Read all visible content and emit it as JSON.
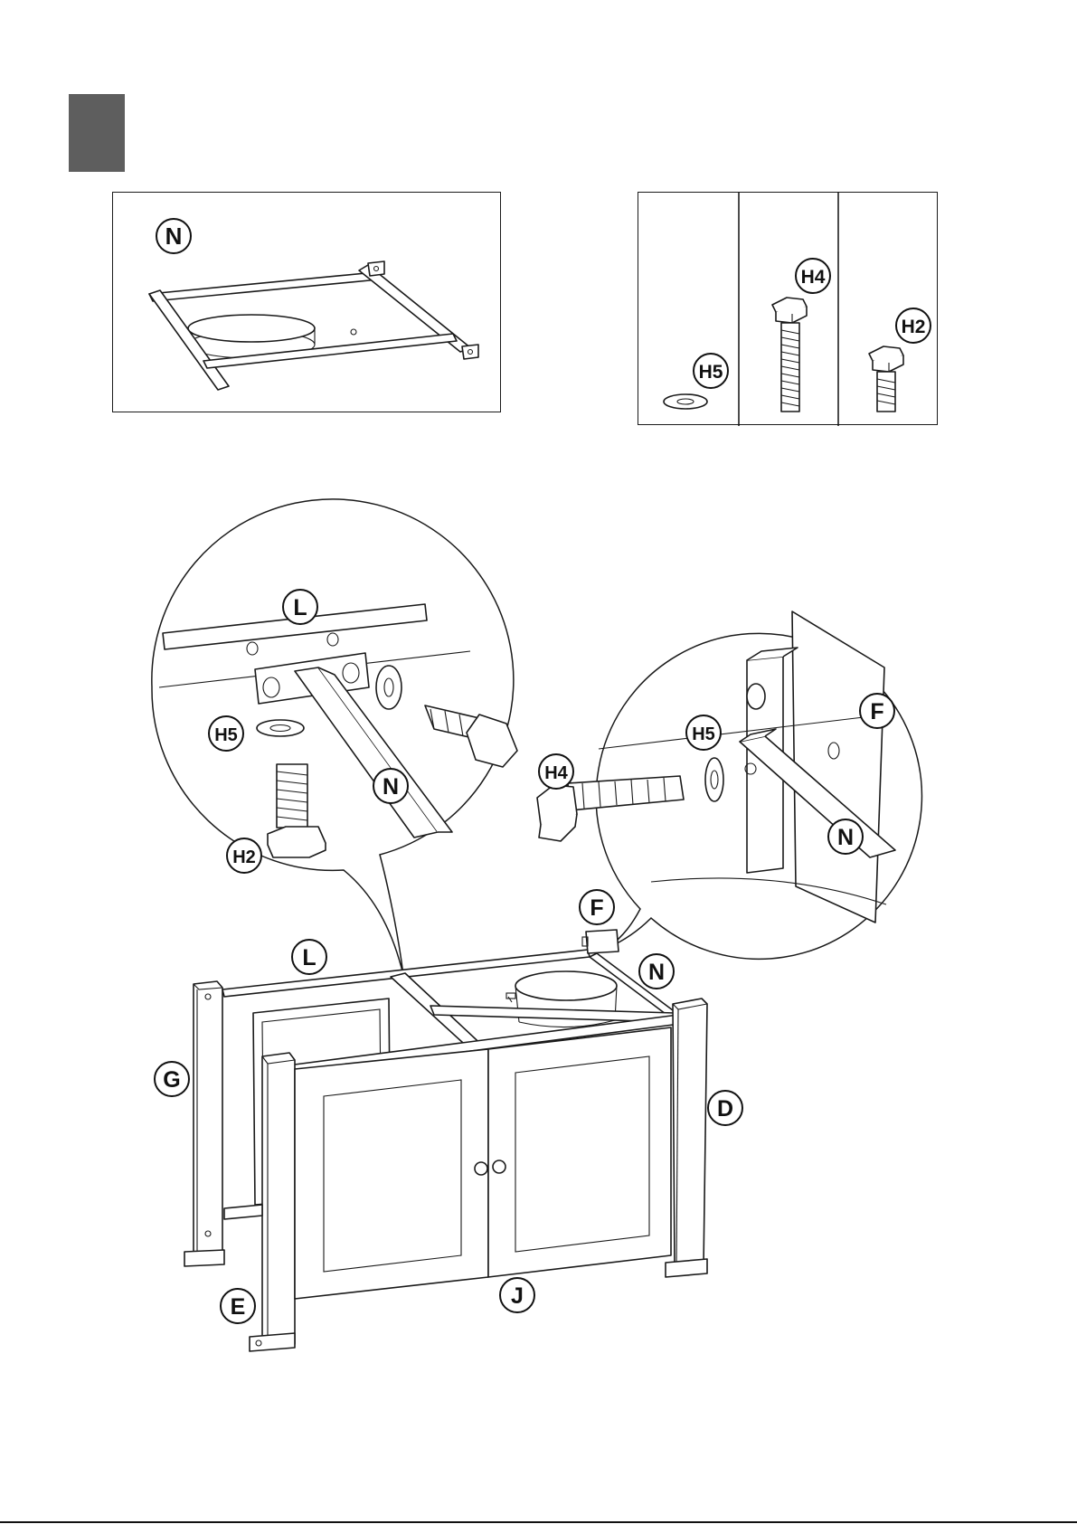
{
  "step": {
    "number": ""
  },
  "part_panel": {
    "label": "N"
  },
  "hardware": [
    {
      "id": "H5",
      "label": "H5",
      "qty": ""
    },
    {
      "id": "H4",
      "label": "H4",
      "qty": ""
    },
    {
      "id": "H2",
      "label": "H2",
      "qty": ""
    }
  ],
  "callouts": {
    "left_detail": {
      "L": "L",
      "H5": "H5",
      "N": "N",
      "H2": "H2"
    },
    "right_detail": {
      "H5": "H5",
      "F": "F",
      "H4": "H4",
      "N": "N"
    },
    "assembly": {
      "F": "F",
      "L": "L",
      "N": "N",
      "G": "G",
      "D": "D",
      "E": "E",
      "J": "J"
    }
  }
}
